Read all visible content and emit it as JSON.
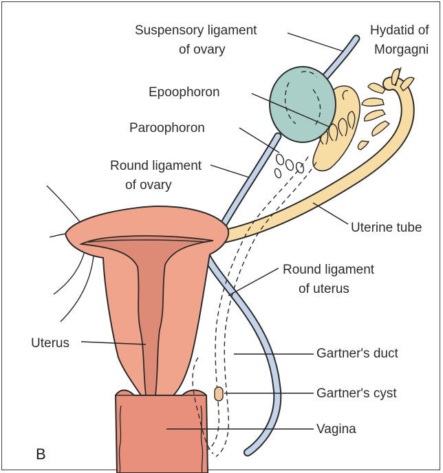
{
  "colors": {
    "uterus_body": "#f0a48c",
    "uterus_cavity": "#dd8a76",
    "vagina": "#e8907c",
    "ovary": "#a9cfc8",
    "ligament": "#c2d3ea",
    "tube": "#f7dca4",
    "cyst": "#f5c79a",
    "outline": "#2a2a2a"
  },
  "labels": {
    "suspensory_l1": "Suspensory ligament",
    "suspensory_l2": "of ovary",
    "hydatid_l1": "Hydatid of",
    "hydatid_l2": "Morgagni",
    "epoophoron": "Epoophoron",
    "paroophoron": "Paroophoron",
    "round_ovary_l1": "Round ligament",
    "round_ovary_l2": "of ovary",
    "uterine_tube": "Uterine tube",
    "round_uterus_l1": "Round ligament",
    "round_uterus_l2": "of uterus",
    "uterus": "Uterus",
    "gartners_duct": "Gartner's duct",
    "gartners_cyst": "Gartner's cyst",
    "vagina": "Vagina"
  },
  "panel_letter": "B"
}
